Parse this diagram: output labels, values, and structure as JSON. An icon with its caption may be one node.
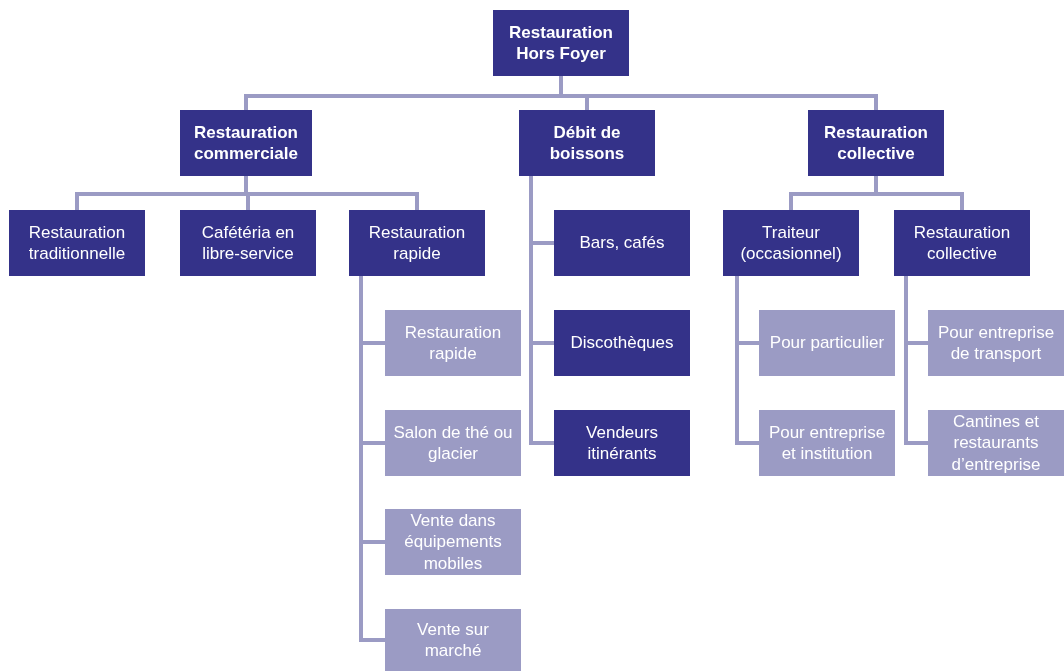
{
  "diagram": {
    "nodes": [
      {
        "text": [
          "Restauration Hors Foyer"
        ]
      },
      {
        "text": [
          "Restauration commerciale"
        ]
      },
      {
        "text": [
          "Débit de boissons"
        ]
      },
      {
        "text": [
          "Restauration collective"
        ]
      },
      {
        "text": [
          "Restauration traditionnelle"
        ]
      },
      {
        "text": [
          "Cafétéria en libre-service"
        ]
      },
      {
        "text": [
          "Restauration rapide"
        ]
      },
      {
        "text": [
          "Restauration rapide"
        ]
      },
      {
        "text": [
          "Salon de thé ou glacier"
        ]
      },
      {
        "text": [
          "Vente dans équipements mobiles"
        ]
      },
      {
        "text": [
          "Vente sur marché"
        ]
      },
      {
        "text": [
          "Bars, cafés"
        ]
      },
      {
        "text": [
          "Discothèques"
        ]
      },
      {
        "text": [
          "Vendeurs itinérants"
        ]
      },
      {
        "text": [
          "Traiteur (occasionnel)"
        ]
      },
      {
        "text": [
          "Restauration collective"
        ]
      },
      {
        "text": [
          "Pour particulier"
        ]
      },
      {
        "text": [
          "Pour entreprise et institution"
        ]
      },
      {
        "text": [
          "Pour entreprise de transport"
        ]
      },
      {
        "text": [
          "Cantines et restaurants d’entreprise"
        ]
      }
    ],
    "edges": [
      {
        "from": 0,
        "to": 1,
        "arrow": "none"
      },
      {
        "from": 0,
        "to": 2,
        "arrow": "none"
      },
      {
        "from": 0,
        "to": 3,
        "arrow": "none"
      },
      {
        "from": 1,
        "to": 4,
        "arrow": "none"
      },
      {
        "from": 1,
        "to": 5,
        "arrow": "none"
      },
      {
        "from": 1,
        "to": 6,
        "arrow": "none"
      },
      {
        "from": 6,
        "to": 7,
        "arrow": "none"
      },
      {
        "from": 6,
        "to": 8,
        "arrow": "none"
      },
      {
        "from": 6,
        "to": 9,
        "arrow": "none"
      },
      {
        "from": 6,
        "to": 10,
        "arrow": "none"
      },
      {
        "from": 2,
        "to": 11,
        "arrow": "none"
      },
      {
        "from": 2,
        "to": 12,
        "arrow": "none"
      },
      {
        "from": 2,
        "to": 13,
        "arrow": "none"
      },
      {
        "from": 3,
        "to": 14,
        "arrow": "none"
      },
      {
        "from": 3,
        "to": 15,
        "arrow": "none"
      },
      {
        "from": 14,
        "to": 16,
        "arrow": "none"
      },
      {
        "from": 14,
        "to": 17,
        "arrow": "none"
      },
      {
        "from": 15,
        "to": 18,
        "arrow": "none"
      },
      {
        "from": 15,
        "to": 19,
        "arrow": "none"
      }
    ]
  }
}
